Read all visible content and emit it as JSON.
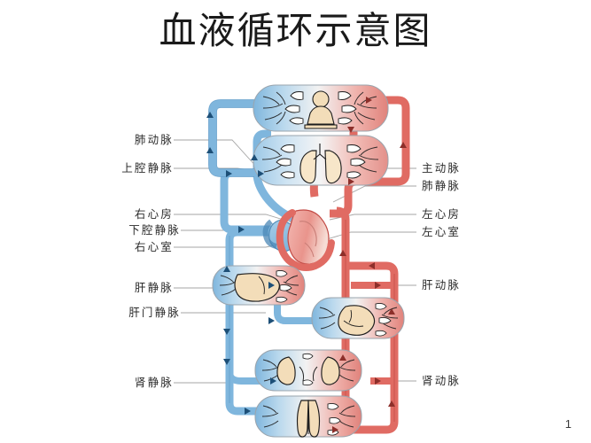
{
  "slide": {
    "title": "血液循环示意图",
    "page_number": "1",
    "background_color": "#ffffff"
  },
  "colors": {
    "artery_red": "#e06b63",
    "artery_red_dark": "#c24b45",
    "artery_red_light": "#f0a9a3",
    "vein_blue": "#7fb6dd",
    "vein_blue_dark": "#4b87b5",
    "vein_blue_light": "#bcd9ee",
    "organ_tan": "#f3ddb9",
    "organ_outline": "#1d1d1d",
    "leader_line": "#9a9a9a",
    "text": "#2b2b2b"
  },
  "labels": {
    "left": [
      {
        "id": "pulmonary-artery",
        "text": "肺动脉"
      },
      {
        "id": "superior-vena-cava",
        "text": "上腔静脉"
      },
      {
        "id": "right-atrium",
        "text": "右心房"
      },
      {
        "id": "inferior-vena-cava",
        "text": "下腔静脉"
      },
      {
        "id": "right-ventricle",
        "text": "右心室"
      },
      {
        "id": "hepatic-vein",
        "text": "肝静脉"
      },
      {
        "id": "hepatic-portal-vein",
        "text": "肝门静脉"
      },
      {
        "id": "renal-vein",
        "text": "肾静脉"
      }
    ],
    "right": [
      {
        "id": "aorta",
        "text": "主动脉"
      },
      {
        "id": "pulmonary-vein",
        "text": "肺静脉"
      },
      {
        "id": "left-atrium",
        "text": "左心房"
      },
      {
        "id": "left-ventricle",
        "text": "左心室"
      },
      {
        "id": "hepatic-artery",
        "text": "肝动脉"
      },
      {
        "id": "renal-artery",
        "text": "肾动脉"
      }
    ]
  },
  "capillary_beds": [
    {
      "id": "head-upper-body",
      "name": "head-and-upper-body-capillary-bed"
    },
    {
      "id": "lungs",
      "name": "lung-capillary-bed"
    },
    {
      "id": "liver",
      "name": "liver-capillary-bed"
    },
    {
      "id": "digestive",
      "name": "digestive-tract-capillary-bed"
    },
    {
      "id": "kidneys",
      "name": "kidney-capillary-bed"
    },
    {
      "id": "lower-body",
      "name": "lower-body-capillary-bed"
    }
  ],
  "heart": {
    "name": "heart",
    "right_side_color": "#8cbfe2",
    "left_side_color": "#e0837c"
  }
}
